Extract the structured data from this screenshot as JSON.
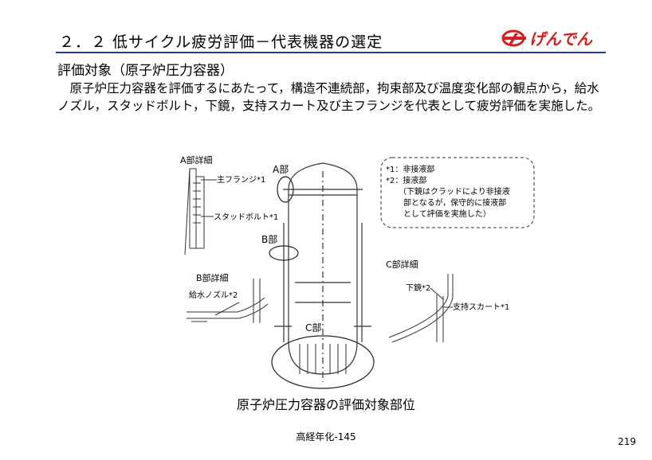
{
  "header": {
    "title": "２．２ 低サイクル疲労評価－代表機器の選定",
    "logo_text": "げんでん",
    "accent_color": "#1f3fa8",
    "logo_color": "#d42020"
  },
  "subtitle": "評価対象（原子炉圧力容器）",
  "body_text": "　原子炉圧力容器を評価するにあたって，構造不連続部，拘束部及び温度変化部の観点から，給水ノズル，スタッドボルト，下鏡，支持スカート及び主フランジを代表として疲労評価を実施した。",
  "diagram": {
    "a_detail": "A部詳細",
    "a_part": "A部",
    "main_flange": "主フランジ*1",
    "stud_bolt": "スタッドボルト*1",
    "b_part": "B部",
    "b_detail": "B部詳細",
    "feedwater_nozzle": "給水ノズル*2",
    "c_part": "C部",
    "c_detail": "C部詳細",
    "lower_head": "下鏡*2",
    "support_skirt": "支持スカート*1",
    "note_lines": [
      "*1：非接液部",
      "*2：接液部",
      "（下鏡はクラッドにより非接液",
      "部となるが，保守的に接液部",
      "として評価を実施した）"
    ]
  },
  "caption": "原子炉圧力容器の評価対象部位",
  "footer": "高経年化-145",
  "page_number": "219"
}
